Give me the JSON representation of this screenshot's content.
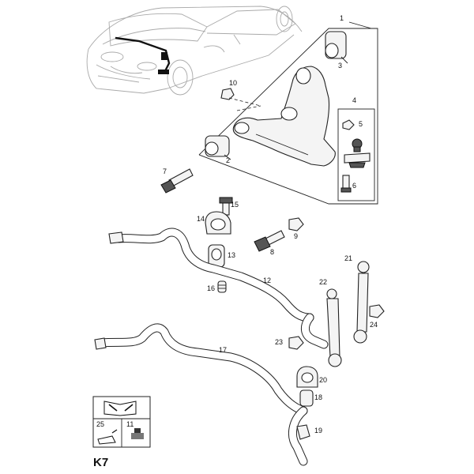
{
  "diagram": {
    "page_code": "K7",
    "callouts": {
      "p1": "1",
      "p2": "2",
      "p3": "3",
      "p4": "4",
      "p5": "5",
      "p6": "6",
      "p7": "7",
      "p8": "8",
      "p9": "9",
      "p10": "10",
      "p11": "11",
      "p12": "12",
      "p13": "13",
      "p14": "14",
      "p15": "15",
      "p16": "16",
      "p17": "17",
      "p18": "18",
      "p19": "19",
      "p20": "20",
      "p21": "21",
      "p22": "22",
      "p23": "23",
      "p24": "24",
      "p25": "25"
    },
    "icons": {
      "manual": "book-wrench-icon",
      "oil_can": "oil-can-icon",
      "lubricant": "grease-tube-icon"
    }
  }
}
